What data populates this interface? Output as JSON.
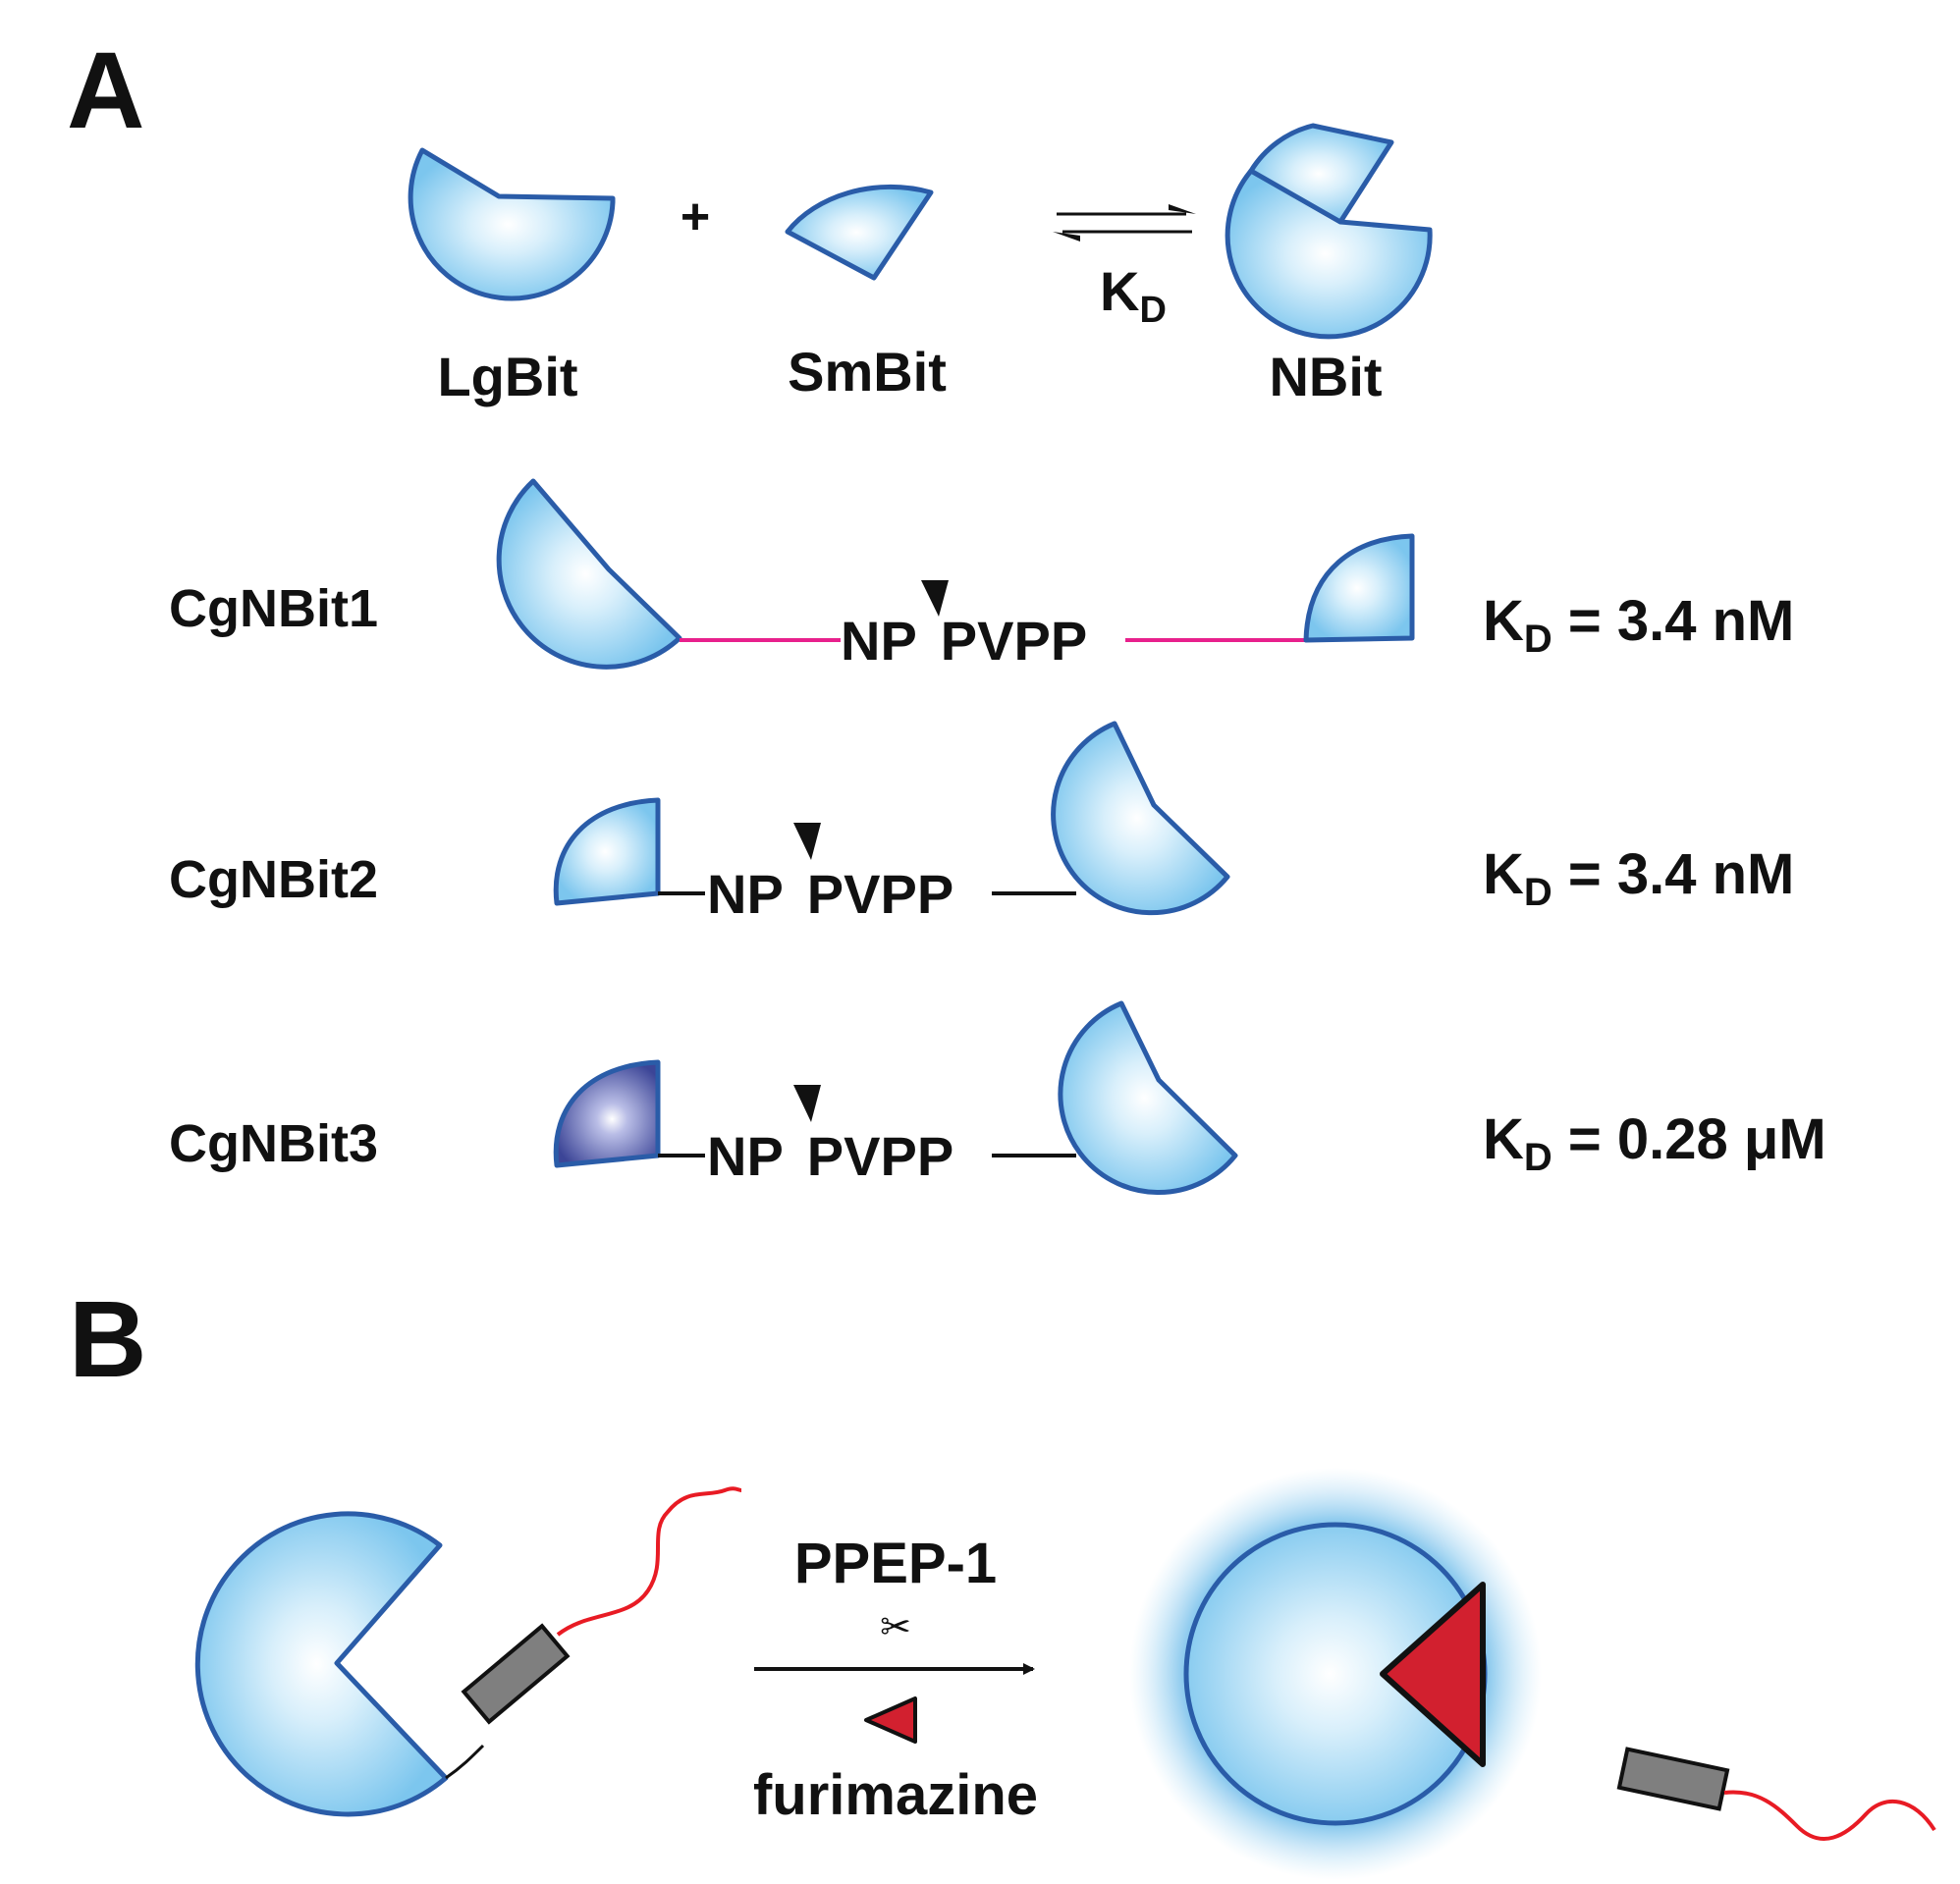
{
  "colors": {
    "protein_fill_light": "#eaf6fd",
    "protein_fill_mid": "#8fd0f1",
    "protein_outline": "#2a5ca8",
    "dark_smbit_fill": "#4f5aa8",
    "linker_magenta": "#e8208c",
    "linker_black": "#111111",
    "substrate_red": "#d2202f",
    "tether_gray": "#7f7f7f",
    "glow": "#1e8fd6"
  },
  "panel_a": {
    "label": "A",
    "lgbit_label": "LgBit",
    "plus": "+",
    "smbit_label": "SmBit",
    "kd_label": "K",
    "kd_subscript": "D",
    "nbit_label": "NBit",
    "constructs": [
      {
        "name": "CgNBit1",
        "seq_left": "NP",
        "seq_right": "PVPP",
        "kd_k": "K",
        "kd_sub": "D",
        "kd_value": " = 3.4 nM"
      },
      {
        "name": "CgNBit2",
        "seq_left": "NP",
        "seq_right": "PVPP",
        "kd_k": "K",
        "kd_sub": "D",
        "kd_value": " = 3.4 nM"
      },
      {
        "name": "CgNBit3",
        "seq_left": "NP",
        "seq_right": "PVPP",
        "kd_k": "K",
        "kd_sub": "D",
        "kd_value": " = 0.28 μM"
      }
    ]
  },
  "panel_b": {
    "label": "B",
    "enzyme_label": "PPEP-1",
    "scissors": "✂",
    "substrate_label": "furimazine"
  }
}
